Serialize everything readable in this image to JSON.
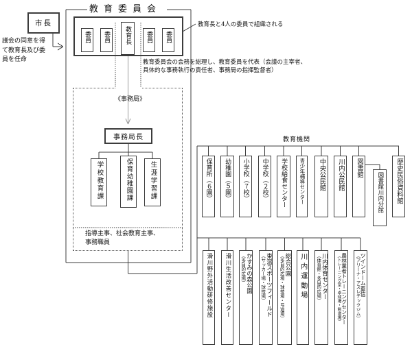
{
  "title": "教育委員会",
  "mayor": {
    "label": "市長"
  },
  "notes": {
    "appointment": [
      "議会の同意を得",
      "て教育長及び委",
      "員を任命"
    ],
    "composition": "教育長と4人の委員で組織される",
    "superintendent_role": [
      "教育委員会の会務を総理し、教育委員を代表（会議の主宰者、",
      "具体的な事務執行の責任者、事務局の指揮監督者）"
    ]
  },
  "board": {
    "members": [
      "委員",
      "委員",
      "教育長",
      "委員",
      "委員"
    ]
  },
  "secretariat": {
    "label": "《事務局》",
    "head": "事務局長",
    "divisions": [
      "学校教育課",
      "保育幼稚園課",
      "生涯学習課"
    ],
    "staff_note": [
      "指導主事、社会教育主事、",
      "事務職員"
    ]
  },
  "institutions": {
    "label": "教育機関",
    "row1": [
      {
        "name": "保育所（６園）"
      },
      {
        "name": "幼稚園（５園）"
      },
      {
        "name": "小学校（７校）"
      },
      {
        "name": "中学校（２校）"
      },
      {
        "name": "学校給食センター"
      },
      {
        "name": "青少年補導センター"
      },
      {
        "name": "中央公民館"
      },
      {
        "name": "川内公民館"
      },
      {
        "name": "図書館"
      },
      {
        "name": "歴史民俗資料館"
      }
    ],
    "library_branch": {
      "name": "図書館川内分館"
    },
    "row2": [
      {
        "name": "滑川野外活動研修施設"
      },
      {
        "name": "滑川生活改善センター"
      },
      {
        "name": "かすみの森公園",
        "note": "（多目的広場）"
      },
      {
        "name": "東温スポーツフィールド",
        "note": "（サッカー場・球技場）"
      },
      {
        "name": "総合公園",
        "note": "（多目的広場・球技場・弓道場）"
      },
      {
        "name": "川内運動場"
      },
      {
        "name": "川内体育センター",
        "note": "（体育館・多目的広場）"
      },
      {
        "name": "農林業者トレーニングセンター",
        "note": "（トレーニング室・卓球場・剣道場）"
      },
      {
        "name": "ツインドーム重信",
        "note": "（アリーナ・アスレチックジム）"
      }
    ]
  }
}
